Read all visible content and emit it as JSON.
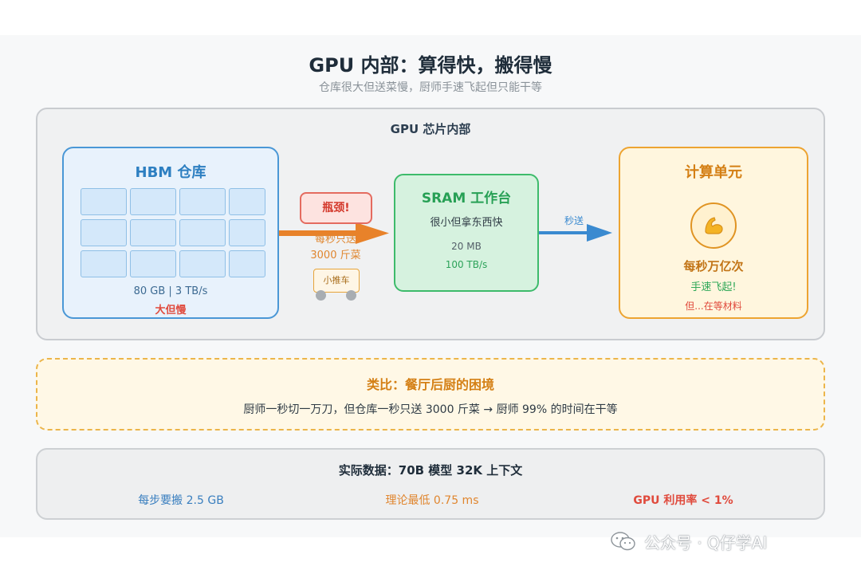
{
  "header": {
    "title": "GPU 内部：算得快，搬得慢",
    "subtitle": "仓库很大但送菜慢，厨师手速飞起但只能干等"
  },
  "chip": {
    "title": "GPU 芯片内部",
    "hbm": {
      "title": "HBM 仓库",
      "spec": "80 GB | 3 TB/s",
      "note": "大但慢"
    },
    "link": {
      "bottleneck": "瓶颈!",
      "rate_line1": "每秒只送",
      "rate_line2": "3000 斤菜",
      "cart": "小推车"
    },
    "sram": {
      "title": "SRAM 工作台",
      "desc": "很小但拿东西快",
      "size": "20 MB",
      "bandwidth": "100 TB/s"
    },
    "fast_link": "秒送",
    "compute": {
      "title": "计算单元",
      "icon": "flexed-biceps-icon",
      "rate": "每秒万亿次",
      "fast": "手速飞起!",
      "wait": "但...在等材料"
    }
  },
  "analogy": {
    "title": "类比：餐厅后厨的困境",
    "text": "厨师一秒切一万刀，但仓库一秒只送 3000 斤菜 → 厨师 99% 的时间在干等"
  },
  "stats": {
    "title": "实际数据：70B 模型 32K 上下文",
    "items": [
      "每步要搬 2.5 GB",
      "理论最低 0.75 ms",
      "GPU 利用率 < 1%"
    ]
  },
  "watermark": {
    "text": "公众号 · Q仔学AI",
    "icon": "wechat-icon"
  },
  "colors": {
    "hbm": "#4a97d6",
    "sram": "#3dbb6b",
    "compute": "#eda431",
    "bottleneck": "#e46b5f",
    "slow_arrow": "#e8822a",
    "fast_arrow": "#3a8ad0"
  }
}
